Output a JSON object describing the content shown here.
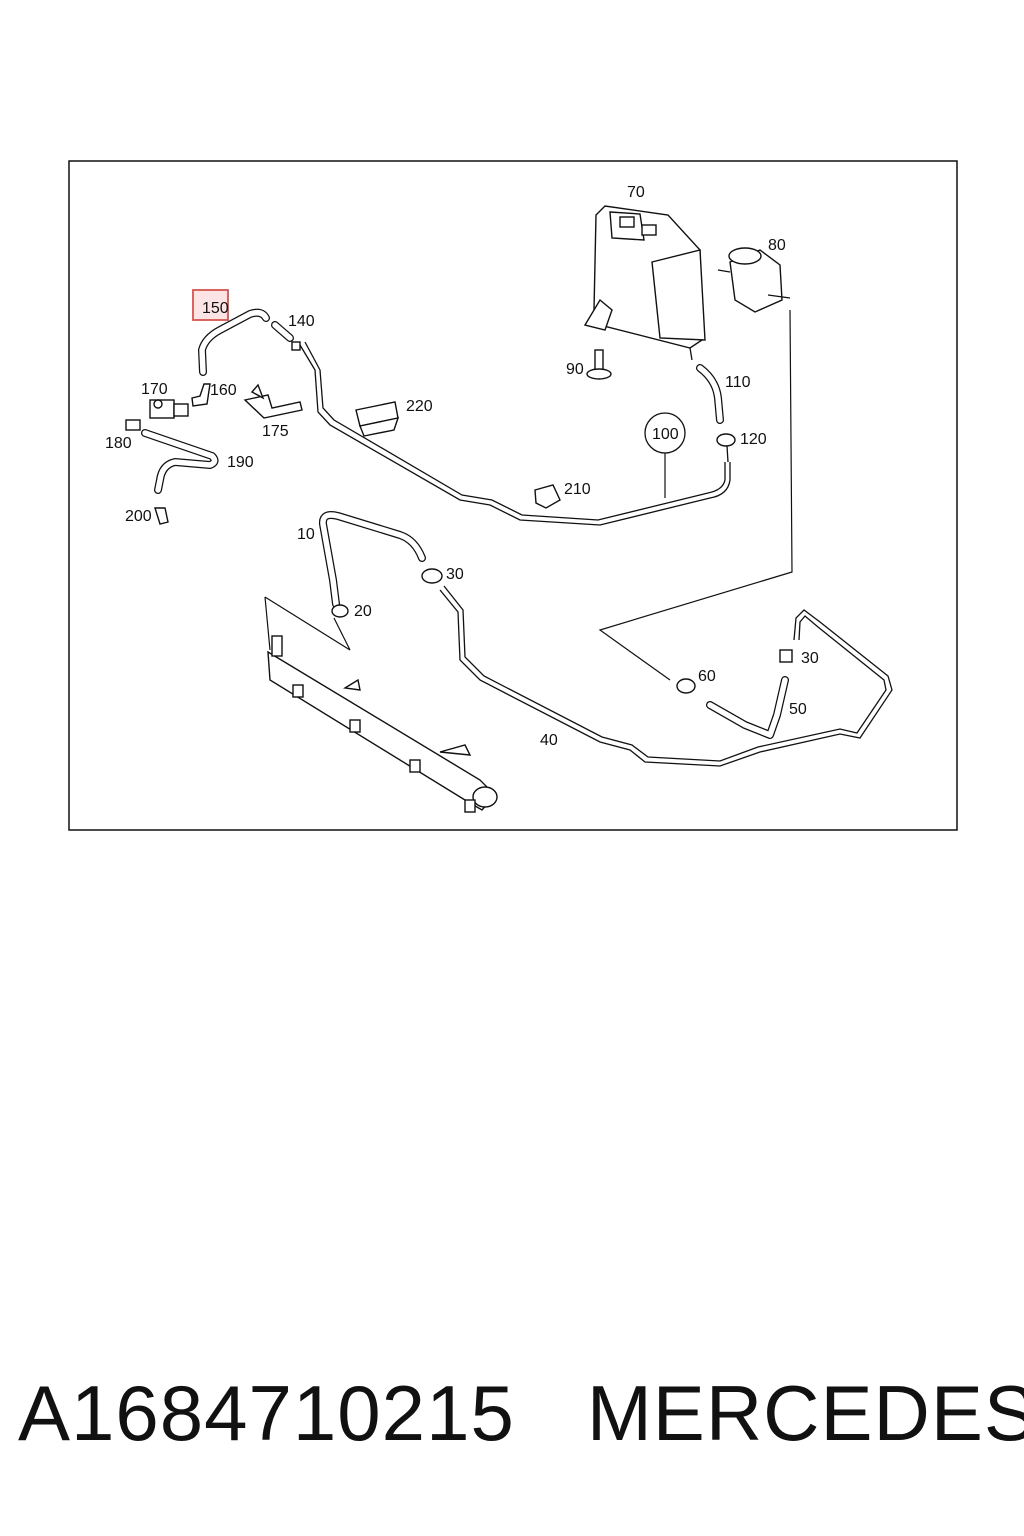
{
  "diagram": {
    "highlighted_label": "150",
    "labels": {
      "l10": "10",
      "l20": "20",
      "l30a": "30",
      "l30b": "30",
      "l40": "40",
      "l50": "50",
      "l60": "60",
      "l70": "70",
      "l80": "80",
      "l90": "90",
      "l100": "100",
      "l110": "110",
      "l120": "120",
      "l140": "140",
      "l150": "150",
      "l160": "160",
      "l170": "170",
      "l175": "175",
      "l180": "180",
      "l190": "190",
      "l200": "200",
      "l210": "210",
      "l220": "220"
    },
    "highlight_color": "#d9534f"
  },
  "caption": {
    "part_number": "A1684710215",
    "brand": "MERCEDES"
  }
}
